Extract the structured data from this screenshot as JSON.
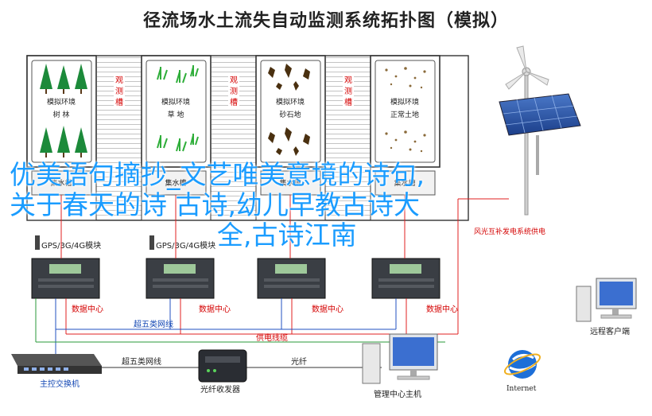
{
  "title": "径流场水土流失自动监测系统拓扑图（模拟）",
  "stations": [
    {
      "name": "模拟环境",
      "sub": "树 林",
      "tank": "集水槽",
      "tree": "tree-icon"
    },
    {
      "name": "模拟环境",
      "sub": "草 地",
      "tank": "集水槽",
      "tree": "grass-icon"
    },
    {
      "name": "模拟环境",
      "sub": "砂石地",
      "tank": "集水槽",
      "tree": "gravel-icon"
    },
    {
      "name": "模拟环境",
      "sub": "正常土地",
      "tank": "集水槽",
      "tree": "soil-icon"
    }
  ],
  "ridge_label": "观测槽",
  "gps_label": "GPS/3G/4G模块",
  "data_center": "数据中心",
  "solar_label": "风光互补发电系统供电",
  "cat5_upper": "超五类网线",
  "cat5_lower": "超五类网线",
  "power_line": "供电线缆",
  "fiber": "光纤",
  "host": "主控交换机",
  "transceiver": "光纤收发器",
  "admin": "管理中心主机",
  "remote": "远程客户端",
  "internet": "Internet",
  "overlay": [
    "优美语句摘抄_文艺唯美意境的诗句,",
    "关于春天的诗 古诗,幼儿早教古诗大",
    "全,古诗江南"
  ],
  "colors": {
    "red_line": "#e02020",
    "blue_line": "#2050c0",
    "green_line": "#2a9a3a",
    "accent": "#1a9cff"
  }
}
